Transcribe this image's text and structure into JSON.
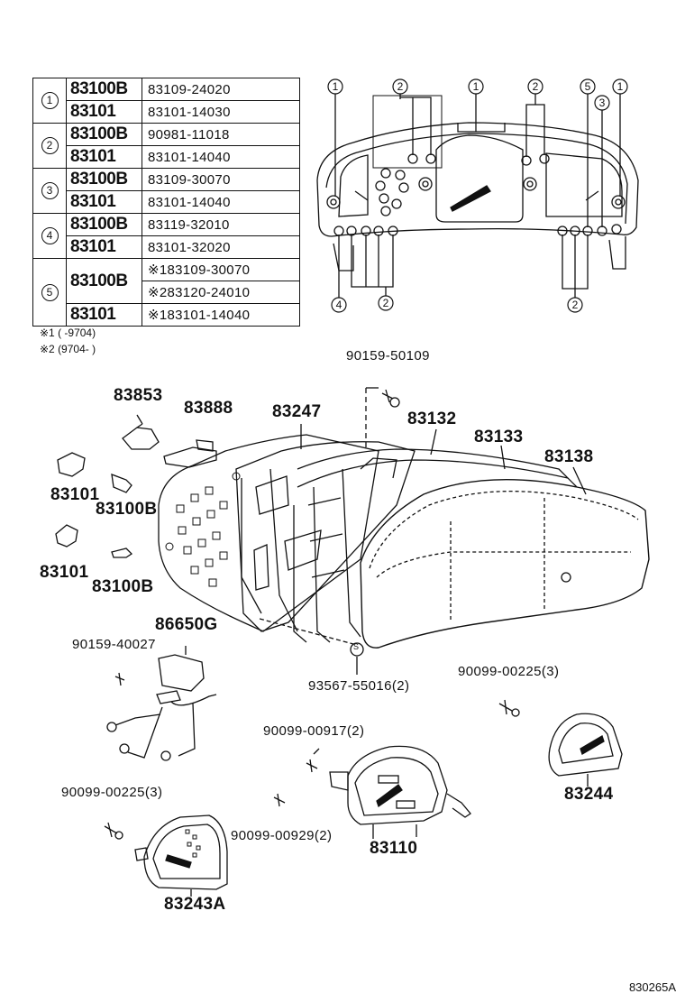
{
  "legend": [
    {
      "n": "1",
      "rows": [
        {
          "main": "83100B",
          "sub": "83109-24020"
        },
        {
          "main": "83101",
          "sub": "83101-14030"
        }
      ]
    },
    {
      "n": "2",
      "rows": [
        {
          "main": "83100B",
          "sub": "90981-11018"
        },
        {
          "main": "83101",
          "sub": "83101-14040"
        }
      ]
    },
    {
      "n": "3",
      "rows": [
        {
          "main": "83100B",
          "sub": "83109-30070"
        },
        {
          "main": "83101",
          "sub": "83101-14040"
        }
      ]
    },
    {
      "n": "4",
      "rows": [
        {
          "main": "83100B",
          "sub": "83119-32010"
        },
        {
          "main": "83101",
          "sub": "83101-32020"
        }
      ]
    },
    {
      "n": "5",
      "rows": [
        {
          "main": "83100B",
          "sub": "※183109-30070"
        },
        {
          "main": "",
          "sub": "※283120-24010"
        },
        {
          "main": "83101",
          "sub": "※183101-14040"
        }
      ]
    }
  ],
  "notes": {
    "n1": "※1 (      -9704)",
    "n2": "※2 (9704-      )"
  },
  "callouts": {
    "top": [
      "1",
      "2",
      "1",
      "2",
      "5",
      "1",
      "3"
    ],
    "bottom": [
      "4",
      "2",
      "2"
    ]
  },
  "parts": {
    "p90159_50109": "90159-50109",
    "p83853": "83853",
    "p83888": "83888",
    "p83247": "83247",
    "p83132": "83132",
    "p83133": "83133",
    "p83138": "83138",
    "p83101a": "83101",
    "p83100Ba": "83100B",
    "p83101b": "83101",
    "p83100Bb": "83100B",
    "p86650G": "86650G",
    "p90159_40027": "90159-40027",
    "s_mark": "S",
    "p93567": "93567-55016(2)",
    "p90099_00225a": "90099-00225(3)",
    "p90099_00917": "90099-00917(2)",
    "p83244": "83244",
    "p90099_00225b": "90099-00225(3)",
    "p90099_00929": "90099-00929(2)",
    "p83110": "83110",
    "p83243A": "83243A"
  },
  "drawing_code": "830265A"
}
